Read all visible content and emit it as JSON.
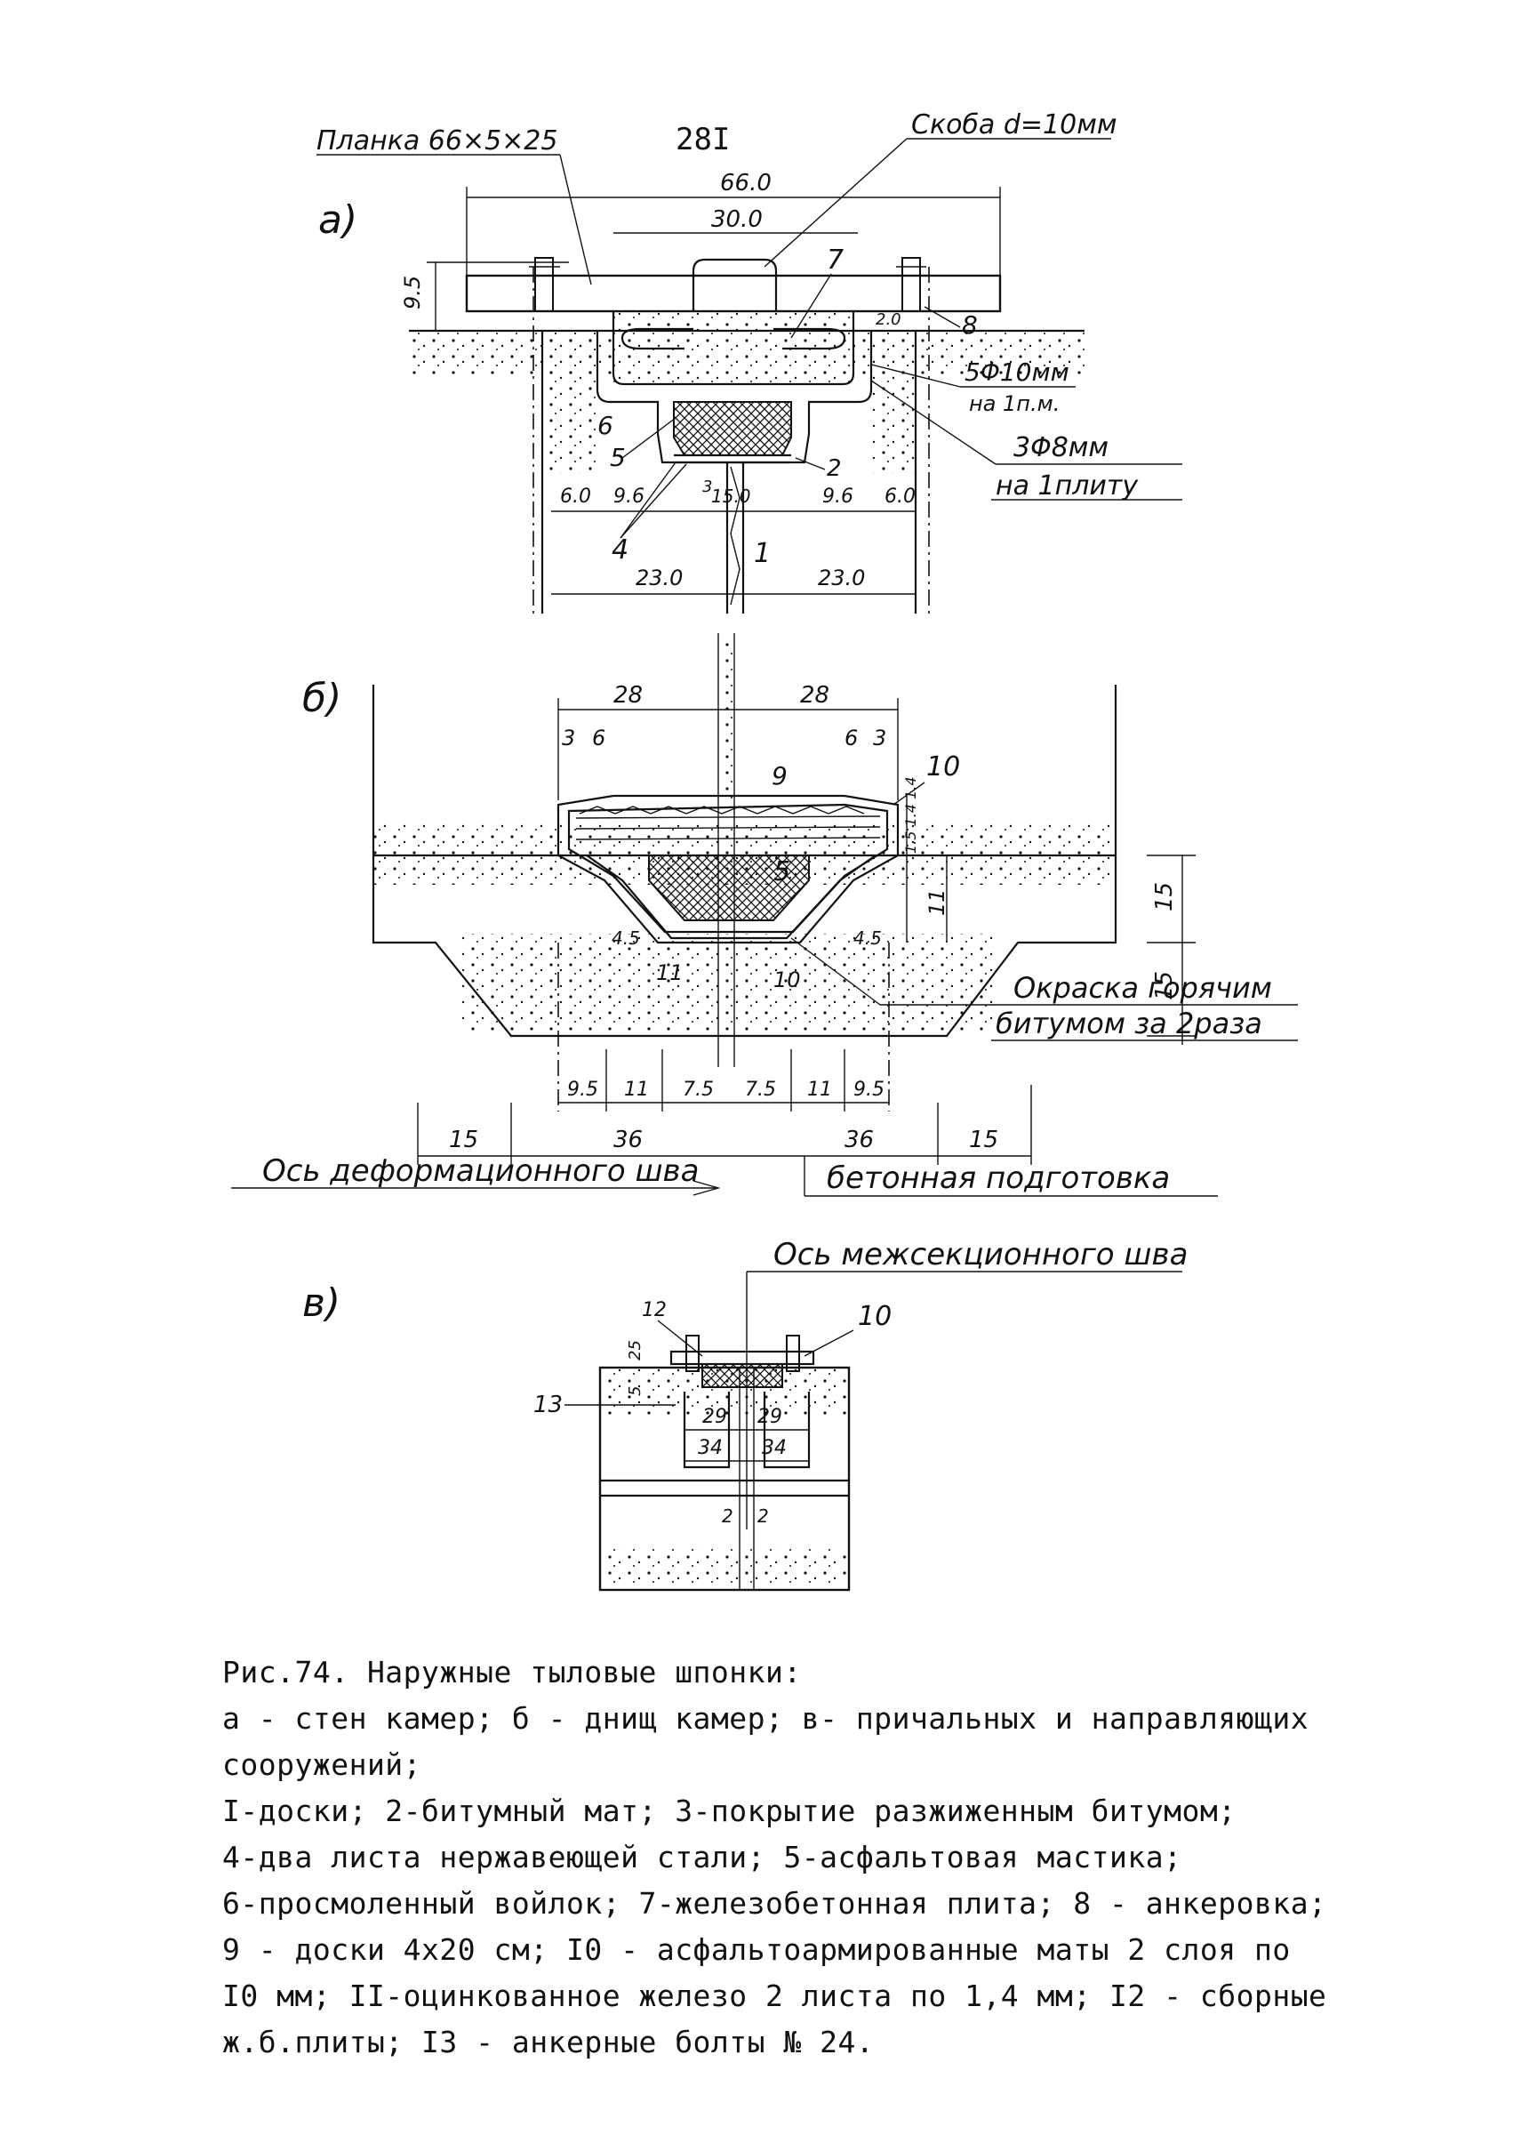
{
  "page_number": "28I",
  "fig_a": {
    "label": "а)",
    "callout_plank": "Планка 66×5×25",
    "callout_bracket": "Скоба d=10мм",
    "dim_total": "66.0",
    "dim_inner": "30.0",
    "dim_height": "9.5",
    "label_7": "7",
    "label_8": "8",
    "label_6": "6",
    "label_5": "5",
    "label_4": "4",
    "label_2": "2",
    "label_1": "1",
    "label_3": "3",
    "dim_2": "2.0",
    "rebar_1": "5Φ10мм",
    "rebar_1_note": "на 1п.м.",
    "rebar_2": "3Φ8мм",
    "rebar_2_note": "на 1плиту",
    "dims_bottom": [
      "6.0",
      "9.6",
      "15.0",
      "9.6",
      "6.0"
    ],
    "dims_half": [
      "23.0",
      "23.0"
    ]
  },
  "fig_b": {
    "label": "б)",
    "dims_top": [
      "28",
      "28"
    ],
    "dims_small_left": [
      "3",
      "6"
    ],
    "dims_small_right": [
      "6",
      "3"
    ],
    "label_9": "9",
    "label_10": "10",
    "label_5": "5",
    "label_11": "11",
    "label_10b": "10",
    "dims_right_stack": "1.5 1.4 1.4",
    "dim_11": "11",
    "dim_15a": "15",
    "dim_15b": "15",
    "dim_45": "4.5",
    "note_1": "Окраска горячим",
    "note_2": "битумом за 2раза",
    "dims_bottom": [
      "9.5",
      "11",
      "7.5",
      "7.5",
      "11",
      "9.5"
    ],
    "dims_lower": [
      "15",
      "36",
      "36",
      "15"
    ],
    "axis_label": "Ось деформационного шва",
    "base_label": "бетонная подготовка"
  },
  "fig_c": {
    "label": "в)",
    "axis_label": "Ось межсекционного шва",
    "label_12": "12",
    "label_10": "10",
    "label_13": "13",
    "dims_left": [
      "29",
      "34"
    ],
    "dims_right": [
      "29",
      "34"
    ],
    "dim_2a": "2",
    "dim_2b": "2",
    "dim_25": "25",
    "dim_5": "5"
  },
  "caption": [
    "Рис.74. Наружные тыловые шпонки:",
    "а - стен камер; б - днищ камер; в- причальных и направляющих",
    "сооружений;",
    "I-доски; 2-битумный мат; 3-покрытие разжиженным битумом;",
    "4-два листа нержавеющей стали; 5-асфальтовая мастика;",
    "6-просмоленный войлок; 7-железобетонная плита; 8 - анкеровка;",
    "9 - доски 4х20 см; I0 - асфальтоармированные маты 2 слоя по",
    "I0 мм; II-оцинкованное железо 2 листа по 1,4 мм; I2 - сборные",
    "ж.б.плиты; I3 - анкерные болты № 24."
  ]
}
